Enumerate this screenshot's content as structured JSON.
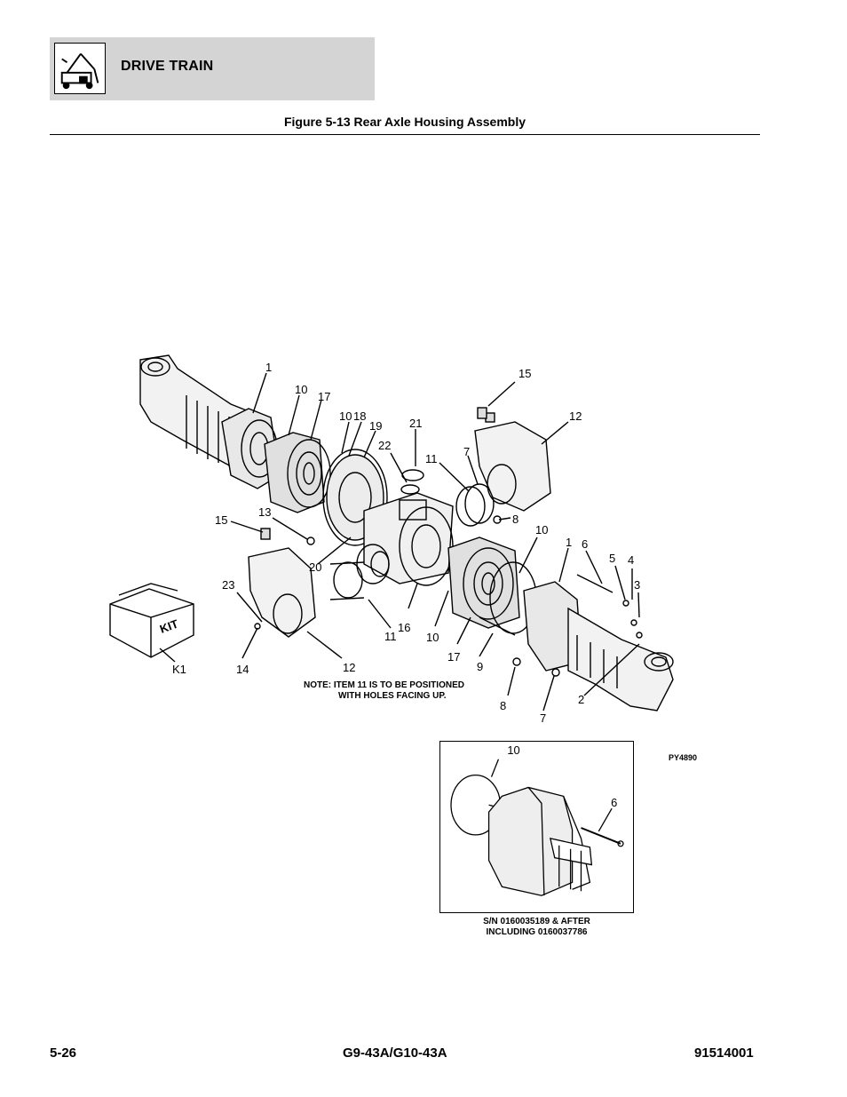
{
  "header": {
    "section_title": "DRIVE TRAIN",
    "icon": "forklift-icon"
  },
  "figure": {
    "title": "Figure 5-13 Rear Axle Housing Assembly"
  },
  "callouts": {
    "c1a": "1",
    "c10a": "10",
    "c17a": "17",
    "c10b": "10",
    "c18": "18",
    "c19": "19",
    "c21": "21",
    "c22": "22",
    "c11a": "11",
    "c7a": "7",
    "c15a": "15",
    "c12a": "12",
    "c8a": "8",
    "c10c": "10",
    "c1b": "1",
    "c6": "6",
    "c5": "5",
    "c4": "4",
    "c3": "3",
    "c15b": "15",
    "c13": "13",
    "c20": "20",
    "c23": "23",
    "c16": "16",
    "c11b": "11",
    "c10d": "10",
    "c17b": "17",
    "c9": "9",
    "c14": "14",
    "c12b": "12",
    "c8b": "8",
    "c7b": "7",
    "c2": "2",
    "k1": "K1",
    "kit": "KIT"
  },
  "note": {
    "line1": "NOTE:  ITEM 11 IS TO BE POSITIONED",
    "line2": "WITH HOLES FACING UP."
  },
  "inset": {
    "callout_10": "10",
    "callout_6": "6",
    "caption_line1": "S/N 0160035189 & AFTER",
    "caption_line2": "INCLUDING 0160037786"
  },
  "ref_code": "PY4890",
  "footer": {
    "page_number": "5-26",
    "model": "G9-43A/G10-43A",
    "part_number": "91514001"
  }
}
